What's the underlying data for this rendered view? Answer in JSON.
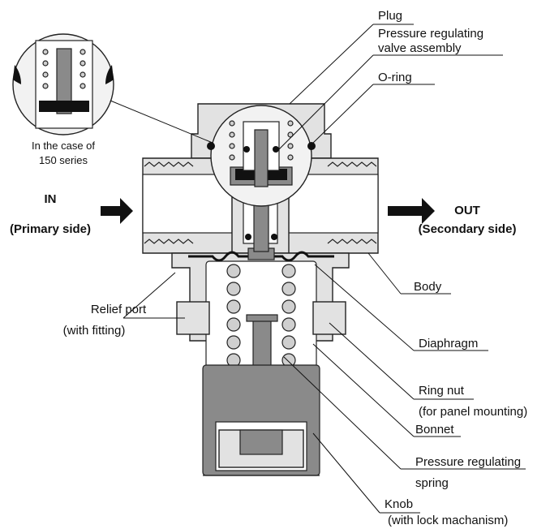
{
  "labels": {
    "plug": "Plug",
    "assembly_line1": "Pressure regulating",
    "assembly_line2": "valve assembly",
    "oring": "O-ring",
    "case_line1": "In the case of",
    "case_line2": "150 series",
    "in_line1": "IN",
    "in_line2": "(Primary side)",
    "out_line1": "OUT",
    "out_line2": "(Secondary side)",
    "body": "Body",
    "relief_line1": "Relief port",
    "relief_line2": "(with fitting)",
    "diaphragm": "Diaphragm",
    "ringnut_line1": "Ring nut",
    "ringnut_line2": "(for panel mounting)",
    "bonnet": "Bonnet",
    "spring_line1": "Pressure regulating",
    "spring_line2": "spring",
    "knob_line1": "Knob",
    "knob_line2": "(with lock machanism)"
  }
}
